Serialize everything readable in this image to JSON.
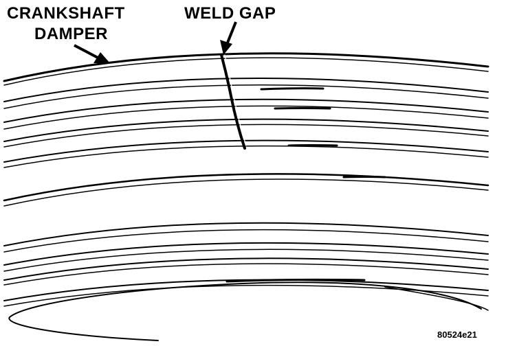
{
  "labels": {
    "damper_line1": "CRANKSHAFT",
    "damper_line2": "DAMPER",
    "weld_gap": "WELD GAP",
    "figure_id": "80524e21"
  },
  "colors": {
    "ink": "#000000",
    "paper": "#ffffff"
  },
  "icons": {
    "damper_pointer": "arrow-icon",
    "weld_gap_pointer": "arrow-icon"
  }
}
